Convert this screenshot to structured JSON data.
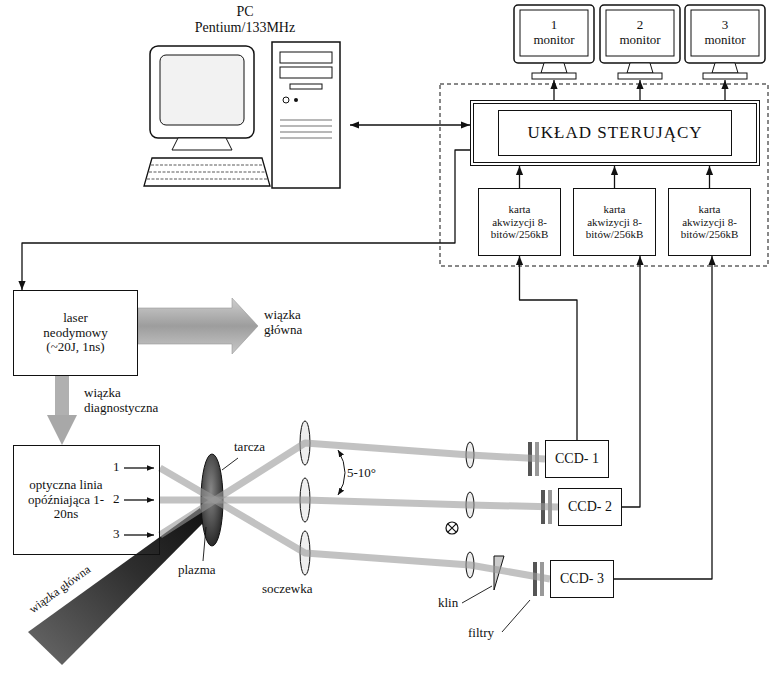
{
  "diagram": {
    "nodes": [
      {
        "text": [
          "PC Pentium/133MHz"
        ]
      },
      {
        "text": [
          "1 monitor"
        ]
      },
      {
        "text": [
          "2 monitor"
        ]
      },
      {
        "text": [
          "3 monitor"
        ]
      },
      {
        "text": [
          "UKŁAD STERUJĄCY"
        ]
      },
      {
        "text": [
          "karta akwizycji 8-bitów/256kB"
        ]
      },
      {
        "text": [
          "karta akwizycji 8-bitów/256kB"
        ]
      },
      {
        "text": [
          "karta akwizycji 8-bitów/256kB"
        ]
      },
      {
        "text": [
          "laser neodymowy (~20J, 1ns)"
        ]
      },
      {
        "text": [
          "optyczna linia opóźniająca 1-20ns"
        ]
      },
      {
        "text": [
          "CCD- 1"
        ]
      },
      {
        "text": [
          "CCD- 2"
        ]
      },
      {
        "text": [
          "CCD- 3"
        ]
      }
    ],
    "edges": [
      {
        "from": 0,
        "to": 4,
        "arrow": "both"
      },
      {
        "from": 4,
        "to": 1,
        "arrow": "to"
      },
      {
        "from": 4,
        "to": 2,
        "arrow": "to"
      },
      {
        "from": 4,
        "to": 3,
        "arrow": "to"
      },
      {
        "from": 5,
        "to": 4,
        "arrow": "to"
      },
      {
        "from": 6,
        "to": 4,
        "arrow": "to"
      },
      {
        "from": 7,
        "to": 4,
        "arrow": "to"
      },
      {
        "from": 4,
        "to": 8,
        "arrow": "to"
      },
      {
        "from": 8,
        "to": 9,
        "arrow": "to"
      },
      {
        "from": 9,
        "to": 10,
        "arrow": "none"
      },
      {
        "from": 9,
        "to": 11,
        "arrow": "none"
      },
      {
        "from": 9,
        "to": 12,
        "arrow": "none"
      },
      {
        "from": 10,
        "to": 5,
        "arrow": "to"
      },
      {
        "from": 11,
        "to": 6,
        "arrow": "to"
      },
      {
        "from": 12,
        "to": 7,
        "arrow": "to"
      }
    ],
    "labels": [
      "wiązka główna",
      "wiązka diagnostyczna",
      "1",
      "2",
      "3",
      "tarcza",
      "plazma",
      "5-10°",
      "soczewka",
      "klin",
      "filtry",
      "wiązka główna"
    ]
  }
}
